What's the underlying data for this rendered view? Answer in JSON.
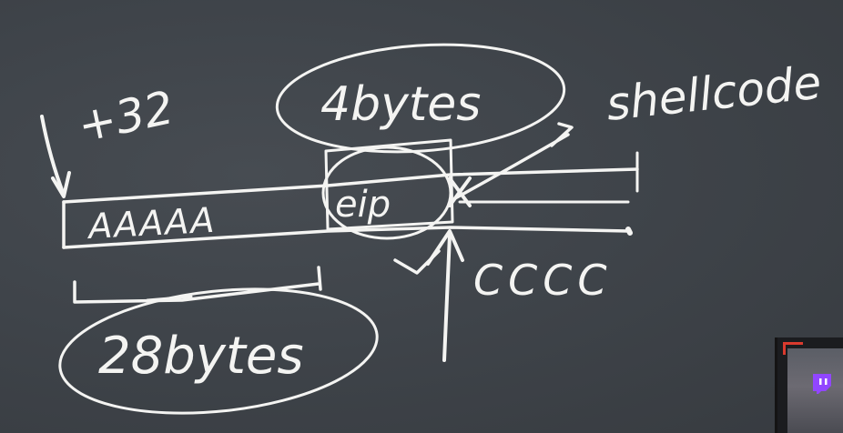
{
  "diagram": {
    "offset_label": "+32",
    "eip_size_label": "4bytes",
    "shellcode_label": "shellcode",
    "buffer_fill": "AAAAA",
    "eip_label": "eip",
    "cccc_label": "CCCC",
    "buffer_size_label": "28bytes"
  },
  "webcam": {
    "icon": "twitch-icon",
    "accent": "#9146ff",
    "frame_color": "#d93a2e"
  },
  "colors": {
    "board": "#3d4248",
    "chalk": "#f4f4f2"
  }
}
